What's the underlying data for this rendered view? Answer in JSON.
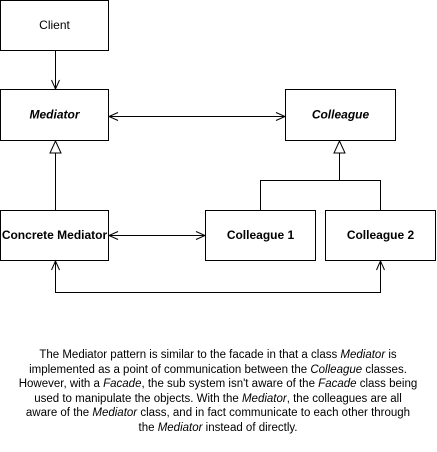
{
  "diagram": {
    "boxes": {
      "client": "Client",
      "mediator": "Mediator",
      "colleague": "Colleague",
      "concrete_mediator": "Concrete Mediator",
      "colleague1": "Colleague 1",
      "colleague2": "Colleague 2"
    }
  },
  "description": {
    "s1": "The Mediator pattern is similar to the facade in that a class ",
    "s2": "Mediator",
    "s3": " is implemented as a point of communication between the ",
    "s4": "Colleague",
    "s5": " classes. However, with a ",
    "s6": "Facade",
    "s7": ", the sub system isn't aware of the ",
    "s8": "Facade",
    "s9": " class being used to manipulate the objects. With the ",
    "s10": "Mediator",
    "s11": ", the colleagues are all aware of the ",
    "s12": "Mediator",
    "s13": " class, and in fact communicate to each other through the ",
    "s14": "Mediator",
    "s15": " instead of directly."
  }
}
